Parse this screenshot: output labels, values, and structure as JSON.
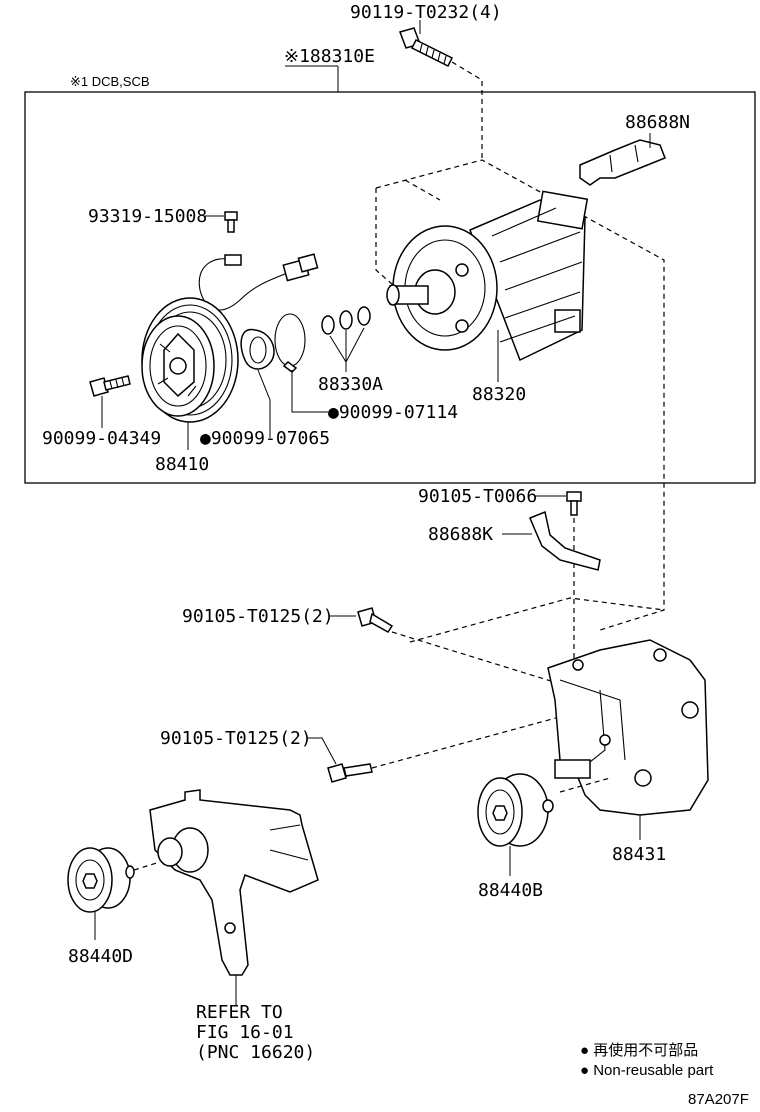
{
  "assembly": {
    "code": "※188310E",
    "note": "※1 DCB,SCB"
  },
  "labels": {
    "bolt_top": "90119-T0232(4)",
    "bracket_top": "88688N",
    "bolt_clutch_lead": "93319-15008",
    "shim": "88330A",
    "compressor": "88320",
    "snap_ring": "●90099-07114",
    "center_bolt": "90099-04349",
    "ring": "●90099-07065",
    "clutch": "88410",
    "bolt_small": "90105-T0066",
    "bracket_small": "88688K",
    "bolt_upper": "90105-T0125(2)",
    "bolt_lower": "90105-T0125(2)",
    "bracket_main": "88431",
    "pulley_b": "88440B",
    "pulley_d": "88440D",
    "refer_line1": "REFER TO",
    "refer_line2": "FIG 16-01",
    "refer_line3": "(PNC 16620)"
  },
  "legend": {
    "line1": "● 再使用不可部品",
    "line2": "● Non-reusable part"
  },
  "figure_id": "87A207F"
}
